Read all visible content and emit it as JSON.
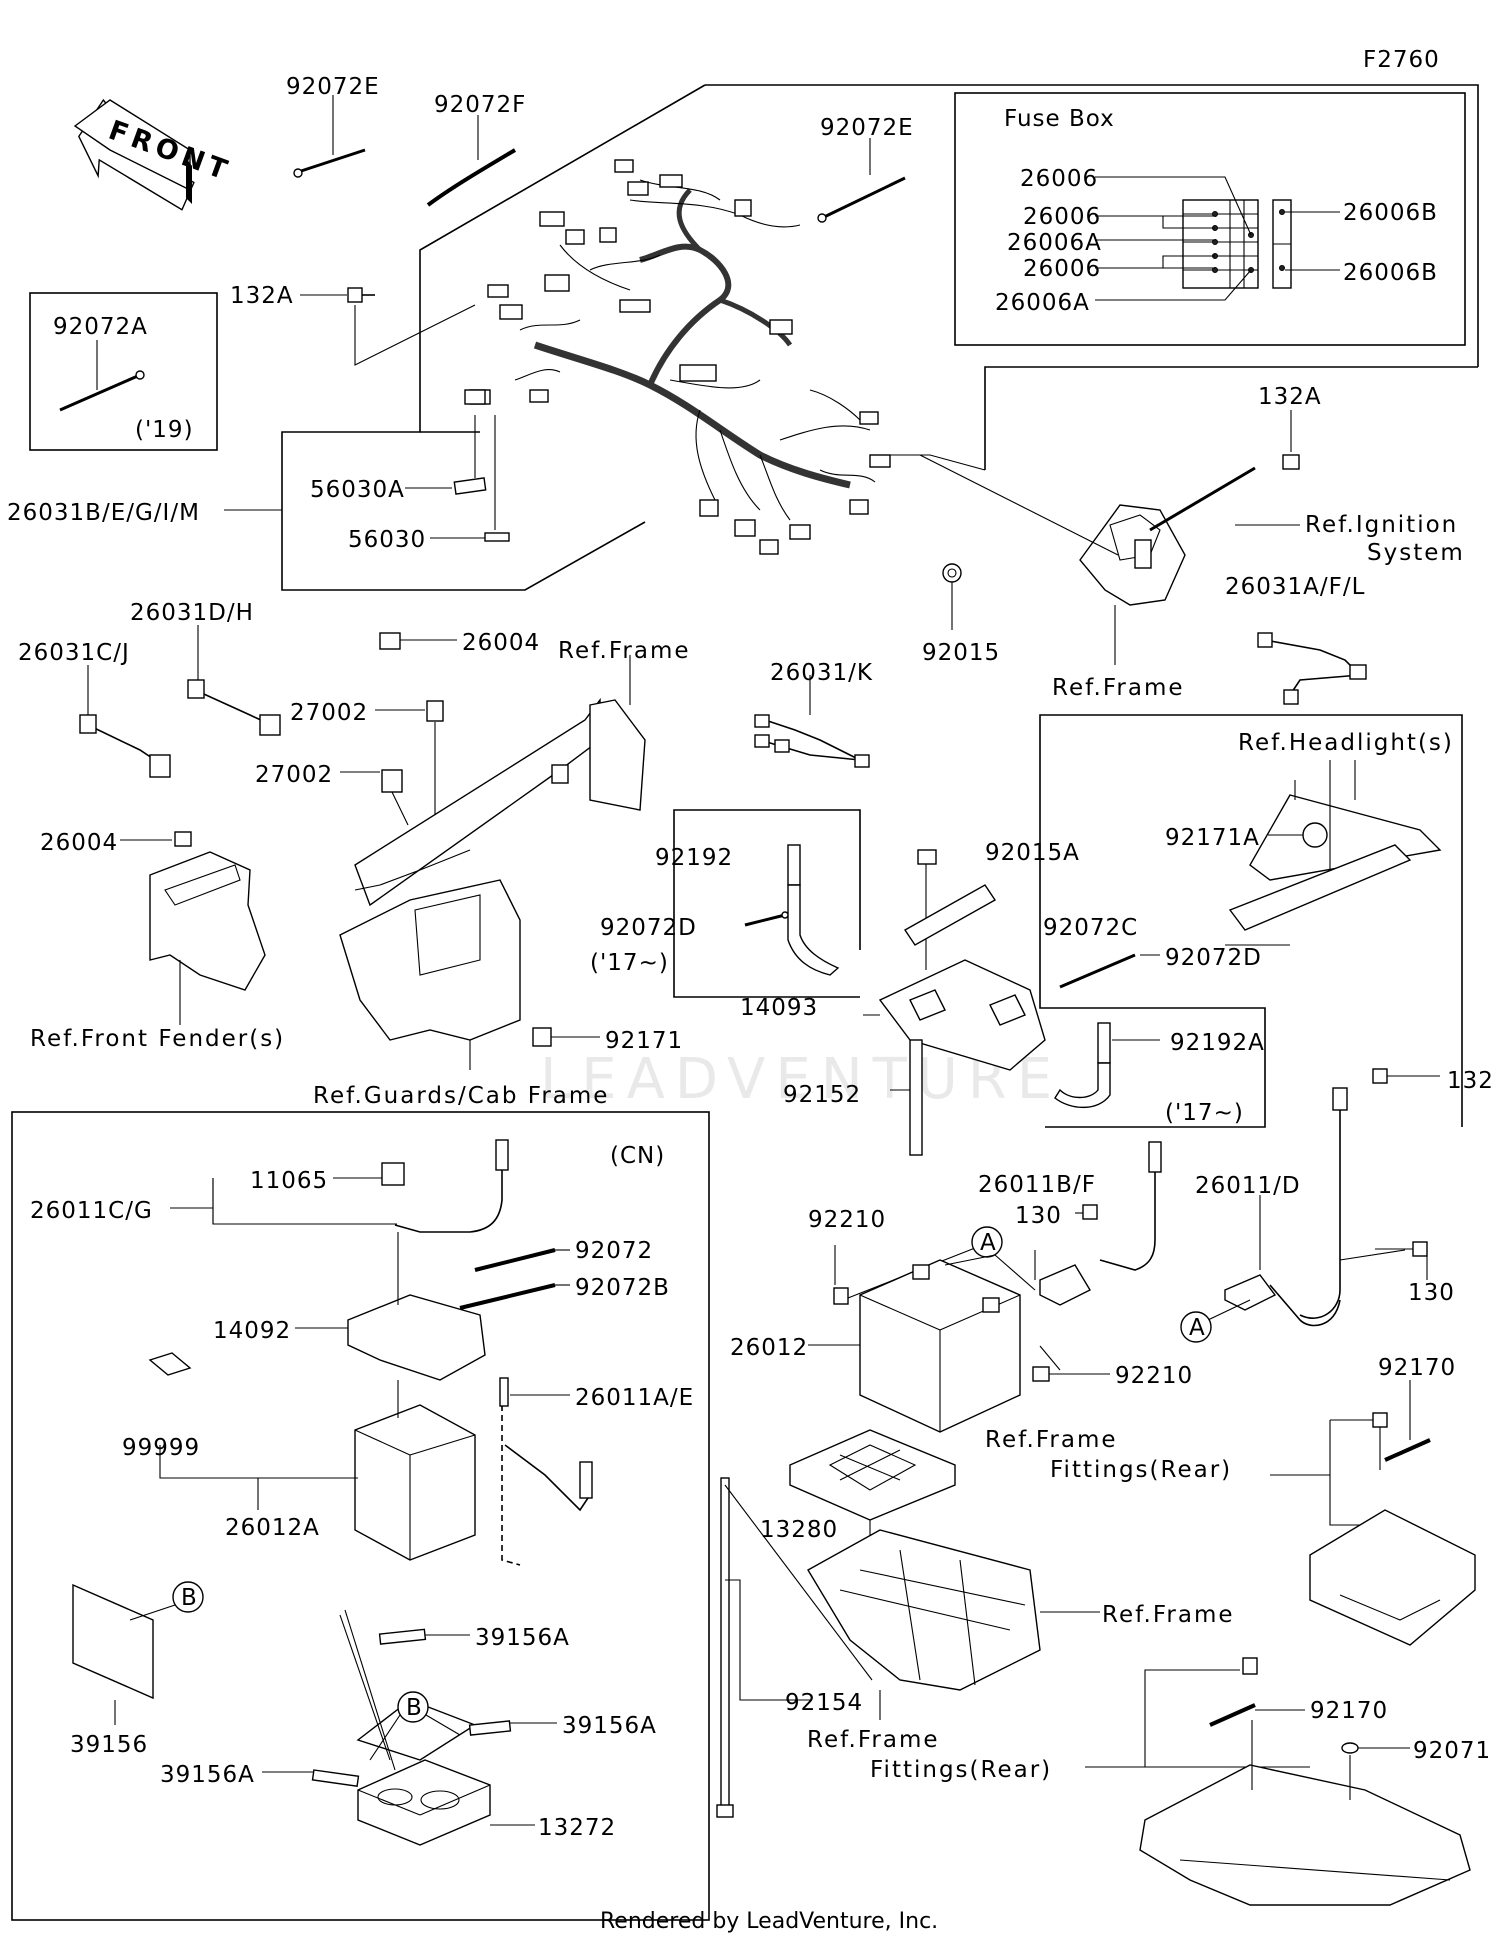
{
  "diagram_id": "F2760",
  "footer": "Rendered by LeadVenture, Inc.",
  "watermark": "LEADVENTURE",
  "front_arrow_label": "FRONT",
  "fuse_box": {
    "title": "Fuse Box",
    "labels": [
      "26006",
      "26006",
      "26006A",
      "26006",
      "26006A",
      "26006B",
      "26006B"
    ]
  },
  "callouts": [
    "A",
    "A",
    "B",
    "B"
  ],
  "parts": {
    "p92072E_top": "92072E",
    "p92072F": "92072F",
    "p92072E_right": "92072E",
    "p132A_left": "132A",
    "p92072A": "92072A",
    "p19": "('19)",
    "p56030A": "56030A",
    "p26031B": "26031B/E/G/I/M",
    "p56030": "56030",
    "p26004_top": "26004",
    "p92015": "92015",
    "p132A_right": "132A",
    "ref_ignition_1": "Ref.Ignition",
    "ref_ignition_2": "System",
    "p26031AFL": "26031A/F/L",
    "ref_frame_right": "Ref.Frame",
    "p26031DH": "26031D/H",
    "p26031CJ": "26031C/J",
    "ref_frame_mid": "Ref.Frame",
    "p27002_a": "27002",
    "p27002_b": "27002",
    "p26031K": "26031/K",
    "ref_headlight": "Ref.Headlight(s)",
    "p26004_left": "26004",
    "p92192": "92192",
    "p92015A": "92015A",
    "p92171A": "92171A",
    "p92072D_a": "92072D",
    "p17_a": "('17~)",
    "p92072C": "92072C",
    "p14093": "14093",
    "p92072D_b": "92072D",
    "p92192A": "92192A",
    "ref_front_fender": "Ref.Front Fender(s)",
    "p92171": "92171",
    "ref_guards": "Ref.Guards/Cab Frame",
    "p92152": "92152",
    "p17_b": "('17~)",
    "p132": "132",
    "cn": "(CN)",
    "p11065": "11065",
    "p26011CG": "26011C/G",
    "p92072": "92072",
    "p92072B": "92072B",
    "p14092": "14092",
    "p26011AE": "26011A/E",
    "p99999": "99999",
    "p26012A": "26012A",
    "p39156A_1": "39156A",
    "p39156": "39156",
    "p39156A_2": "39156A",
    "p39156A_3": "39156A",
    "p13272": "13272",
    "p92210_a": "92210",
    "p26011BF": "26011B/F",
    "p130_a": "130",
    "p26011D": "26011/D",
    "p130_b": "130",
    "p26012": "26012",
    "p92210_b": "92210",
    "ref_frame_fit_1a": "Ref.Frame",
    "ref_frame_fit_1b": "Fittings(Rear)",
    "p92170_a": "92170",
    "p13280": "13280",
    "ref_frame_low": "Ref.Frame",
    "p92154": "92154",
    "ref_frame_fit_2a": "Ref.Frame",
    "ref_frame_fit_2b": "Fittings(Rear)",
    "p92170_b": "92170",
    "p92071": "92071"
  }
}
